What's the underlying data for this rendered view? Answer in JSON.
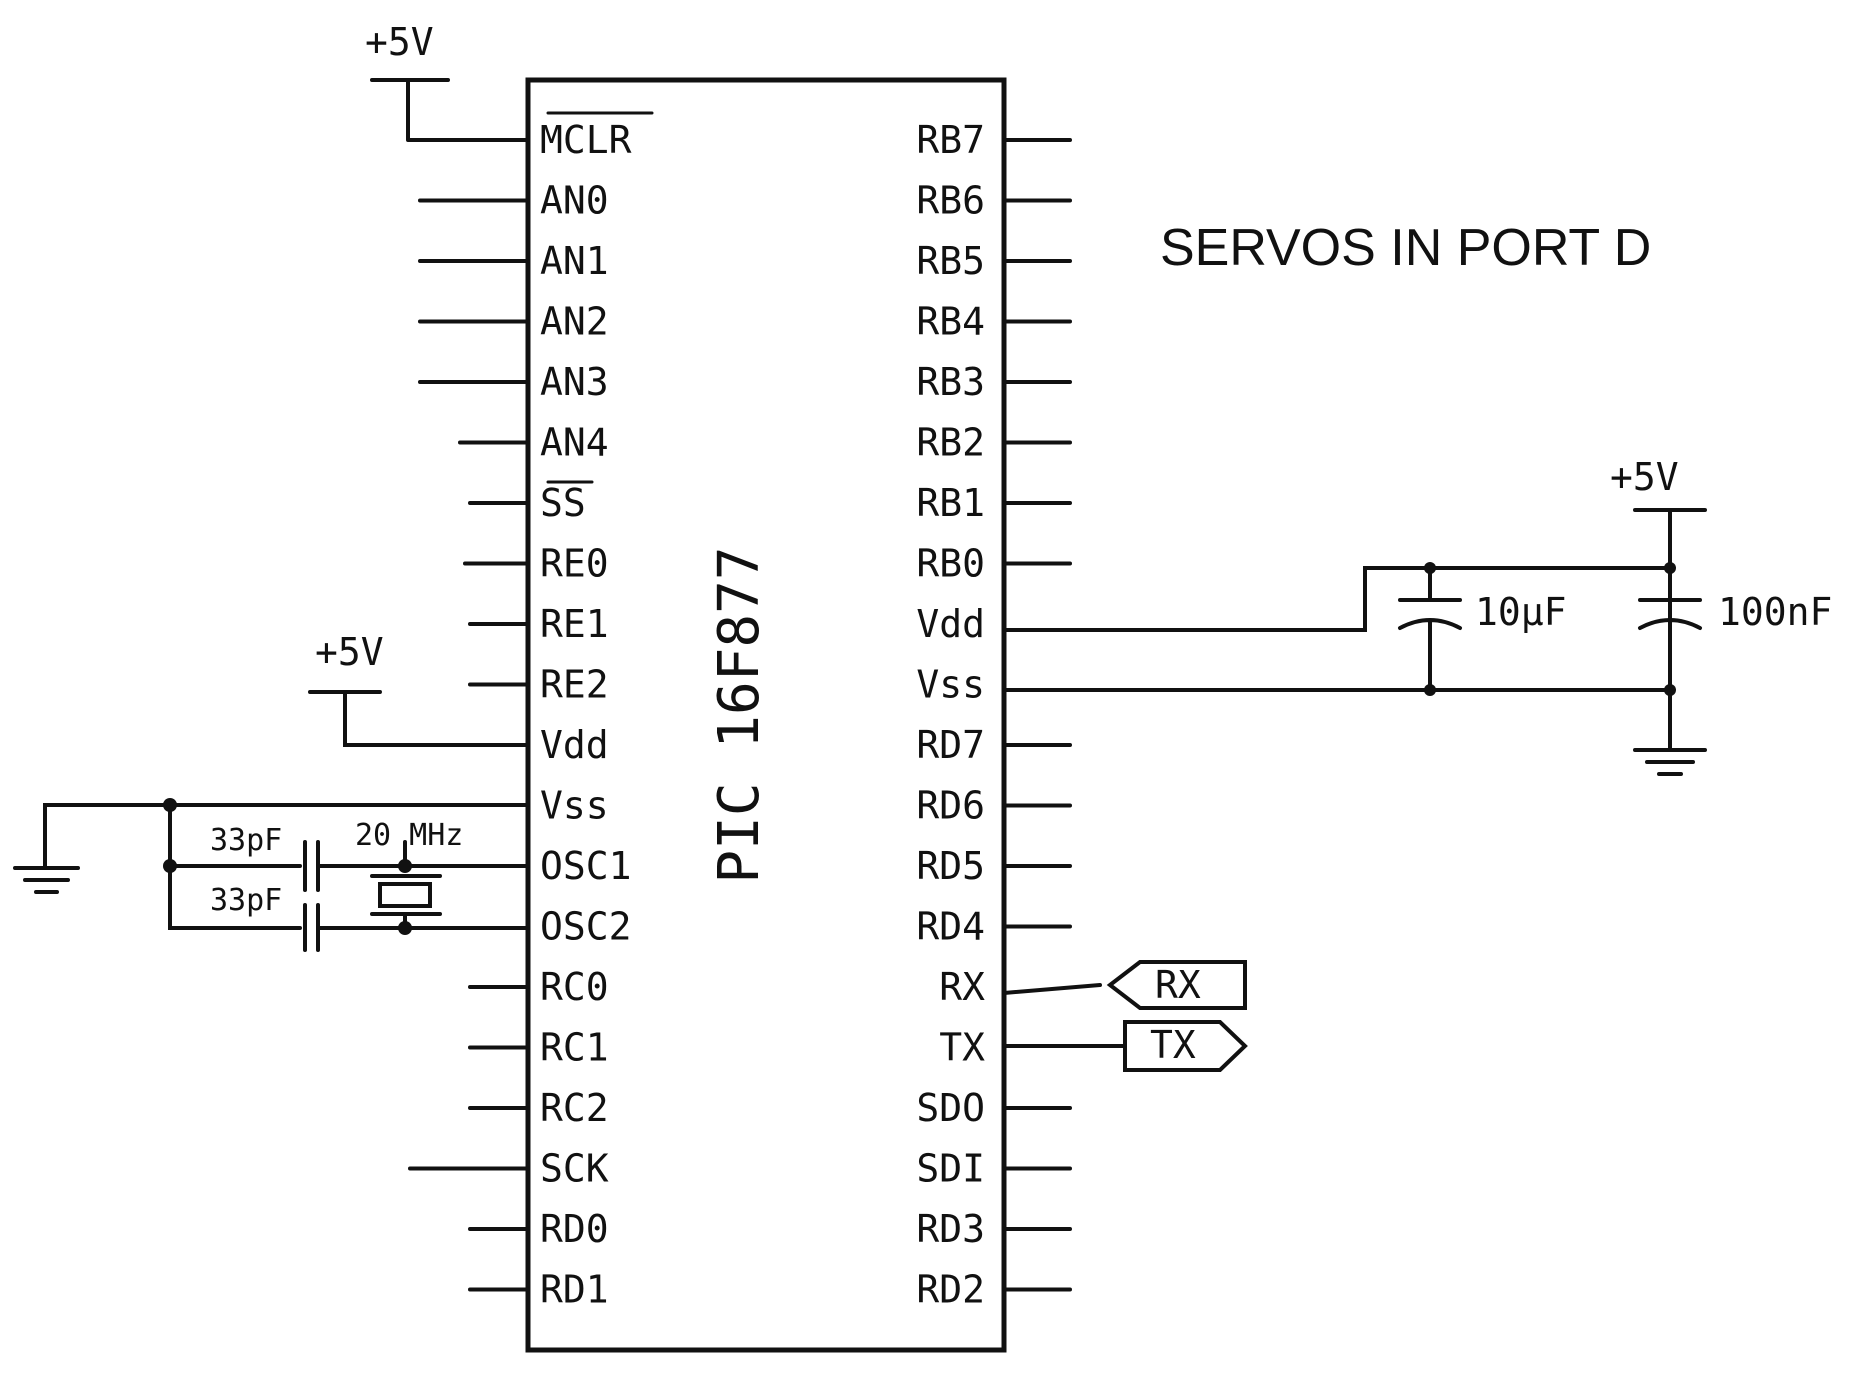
{
  "chip": {
    "name": "PIC 16F877",
    "left_pins": [
      "MCLR",
      "AN0",
      "AN1",
      "AN2",
      "AN3",
      "AN4",
      "SS",
      "RE0",
      "RE1",
      "RE2",
      "Vdd",
      "Vss",
      "OSC1",
      "OSC2",
      "RC0",
      "RC1",
      "RC2",
      "SCK",
      "RD0",
      "RD1"
    ],
    "right_pins": [
      "RB7",
      "RB6",
      "RB5",
      "RB4",
      "RB3",
      "RB2",
      "RB1",
      "RB0",
      "Vdd",
      "Vss",
      "RD7",
      "RD6",
      "RD5",
      "RD4",
      "RX",
      "TX",
      "SDO",
      "SDI",
      "RD3",
      "RD2"
    ]
  },
  "supply": {
    "mclr": "+5V",
    "vdd_left": "+5V",
    "right": "+5V"
  },
  "components": {
    "cap1": "33pF",
    "cap2": "33pF",
    "crystal": "20 MHz",
    "cap_10": "10μF",
    "cap_100": "100nF"
  },
  "ports": {
    "rx": "RX",
    "tx": "TX"
  },
  "note": "SERVOS IN PORT D"
}
